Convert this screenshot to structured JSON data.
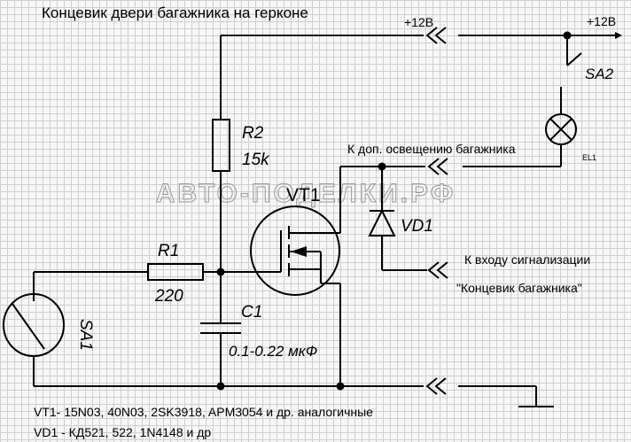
{
  "title": "Концевик двери багажника на герконе",
  "watermark": "АВТО-ПОДЕЛКИ.РФ",
  "supply_left": "+12В",
  "supply_right": "+12В",
  "lamp_line_label": "К доп. освещению багажника",
  "alarm_label_1": "К входу сигнализации",
  "alarm_label_2": "\"Концевик багажника\"",
  "components": {
    "r2_ref": "R2",
    "r2_value": "15k",
    "r1_ref": "R1",
    "r1_value": "220",
    "c1_ref": "C1",
    "c1_value": "0.1-0.22 мкФ",
    "vt1_ref": "VT1",
    "vd1_ref": "VD1",
    "sa1_ref": "SA1",
    "sa2_ref": "SA2",
    "el1_ref": "EL1"
  },
  "notes": {
    "vt1": "VT1- 15N03, 40N03, 2SK3918, APM3054 и др. аналогичные",
    "vd1": "VD1 - КД521, 522, 1N4148 и др"
  },
  "icons": {
    "connector": "double-chevron-connector-icon",
    "ground": "ground-icon",
    "lamp": "lamp-icon",
    "reed_switch": "reed-switch-icon",
    "mosfet": "mosfet-icon",
    "diode": "diode-icon"
  }
}
